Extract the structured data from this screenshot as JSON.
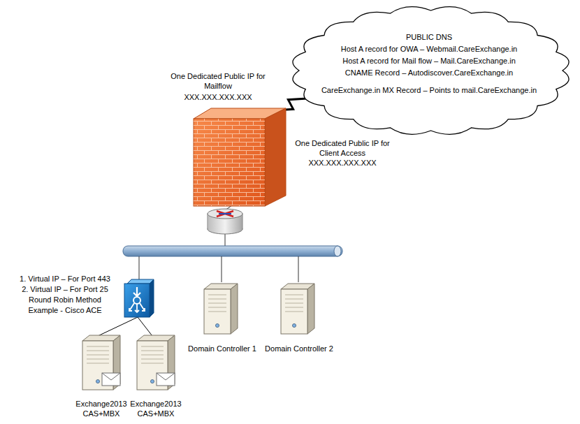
{
  "diagram": {
    "nodes": [
      {
        "text": [
          "PUBLIC DNS",
          "Host A record for OWA – Webmail.CareExchange.in",
          "Host A record for Mail flow – Mail.CareExchange.in",
          "CNAME Record – Autodiscover.CareExchange.in",
          "CareExchange.in MX Record – Points to mail.CareExchange.in"
        ]
      },
      {
        "text": [
          "One Dedicated Public IP for Mailflow",
          "XXX.XXX.XXX.XXX",
          "One Dedicated Public IP for Client Access",
          "XXX.XXX.XXX.XXX"
        ]
      },
      {
        "text": [
          "1. Virtual IP – For Port 443",
          "2. Virtual IP – For Port 25",
          "Round Robin Method",
          "Example - Cisco ACE"
        ]
      },
      {
        "text": [
          "Exchange2013 CAS+MBX"
        ]
      },
      {
        "text": [
          "Exchange2013 CAS+MBX"
        ]
      },
      {
        "text": [
          "Domain Controller 1"
        ]
      },
      {
        "text": [
          "Domain Controller 2"
        ]
      }
    ],
    "edges": [
      {
        "from": 1,
        "to": 0,
        "arrow": "none"
      },
      {
        "from": 2,
        "to": 3,
        "arrow": "none"
      },
      {
        "from": 2,
        "to": 4,
        "arrow": "none"
      }
    ]
  }
}
